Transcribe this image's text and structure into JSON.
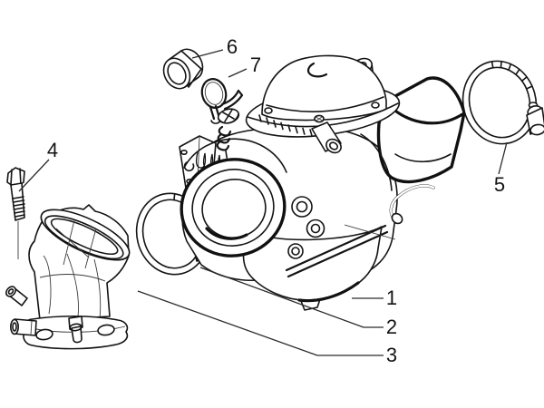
{
  "figure": {
    "kind": "exploded-parts-line-diagram",
    "subject": "carburettor-and-intake-manifold-assembly",
    "background_color": "#ffffff",
    "line_color": "#141414"
  },
  "callouts": [
    {
      "number": "1",
      "points_to": "carburettor-body"
    },
    {
      "number": "2",
      "points_to": "hose-clamp-manifold-side"
    },
    {
      "number": "3",
      "points_to": "intake-manifold"
    },
    {
      "number": "4",
      "points_to": "flange-bolt"
    },
    {
      "number": "5",
      "points_to": "hose-clamp-intake-side"
    },
    {
      "number": "6",
      "points_to": "spacer-sleeve"
    },
    {
      "number": "7",
      "points_to": "spring-clip"
    }
  ]
}
